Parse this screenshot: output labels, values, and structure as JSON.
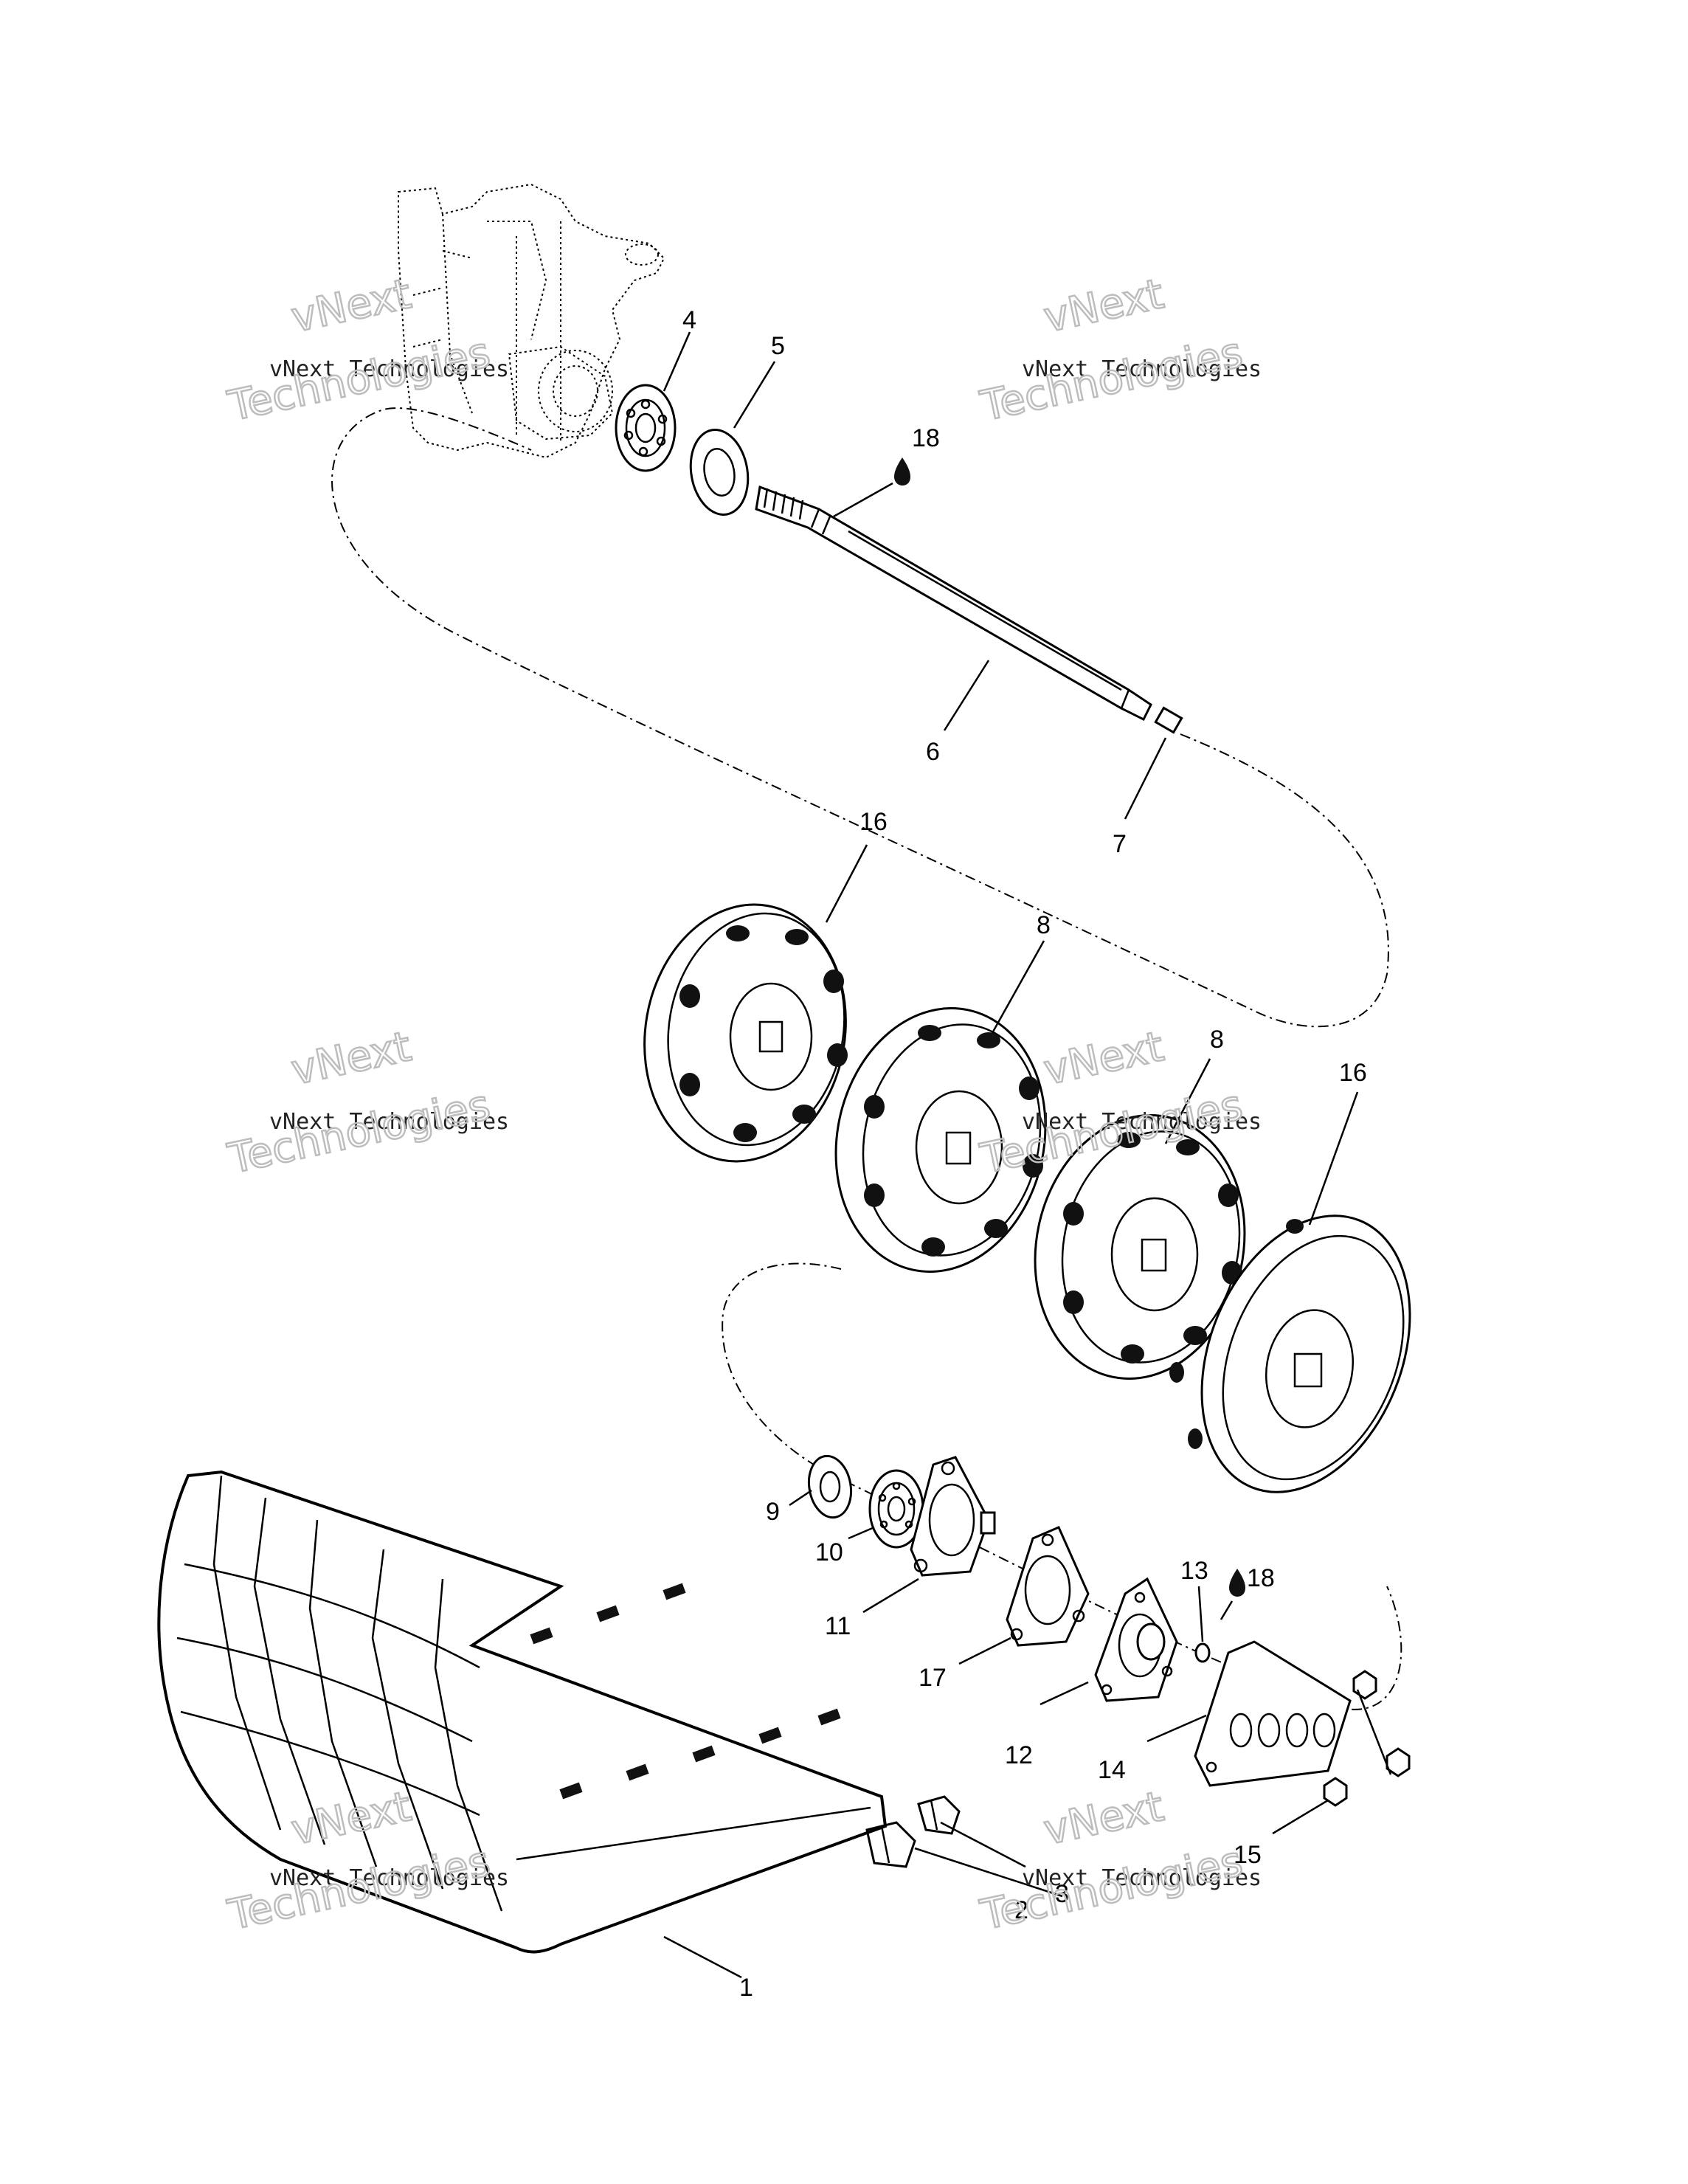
{
  "callouts": {
    "c1": "1",
    "c2": "2",
    "c3": "3",
    "c4": "4",
    "c5": "5",
    "c6": "6",
    "c7": "7",
    "c8a": "8",
    "c8b": "8",
    "c9": "9",
    "c10": "10",
    "c11": "11",
    "c12": "12",
    "c13": "13",
    "c14": "14",
    "c15": "15",
    "c16a": "16",
    "c16b": "16",
    "c17": "17",
    "c18a": "18",
    "c18b": "18"
  },
  "watermark": {
    "brand_small": "vNext Technologies",
    "brand_line1": "vNext",
    "brand_line2": "Technologies"
  },
  "icons": {
    "lubricant": "oil-drop-icon"
  }
}
